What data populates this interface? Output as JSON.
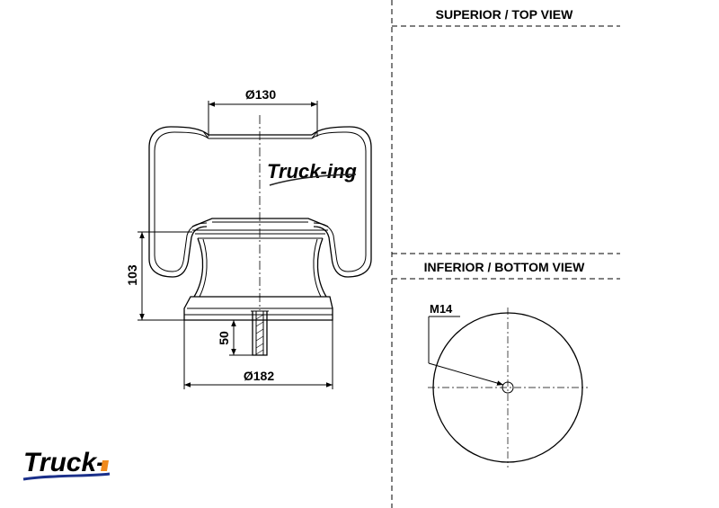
{
  "side_view": {
    "top_diameter": "Ø130",
    "bottom_diameter": "Ø182",
    "height": "103",
    "stud_length": "50",
    "watermark": "Truck-ing"
  },
  "top_view": {
    "title": "SUPERIOR / TOP VIEW"
  },
  "bottom_view": {
    "title": "INFERIOR / BOTTOM VIEW",
    "thread_label": "M14"
  },
  "logo": {
    "text": "Truck-",
    "accent_color": "#f08a1c",
    "brand_color": "#1a2f8a"
  }
}
